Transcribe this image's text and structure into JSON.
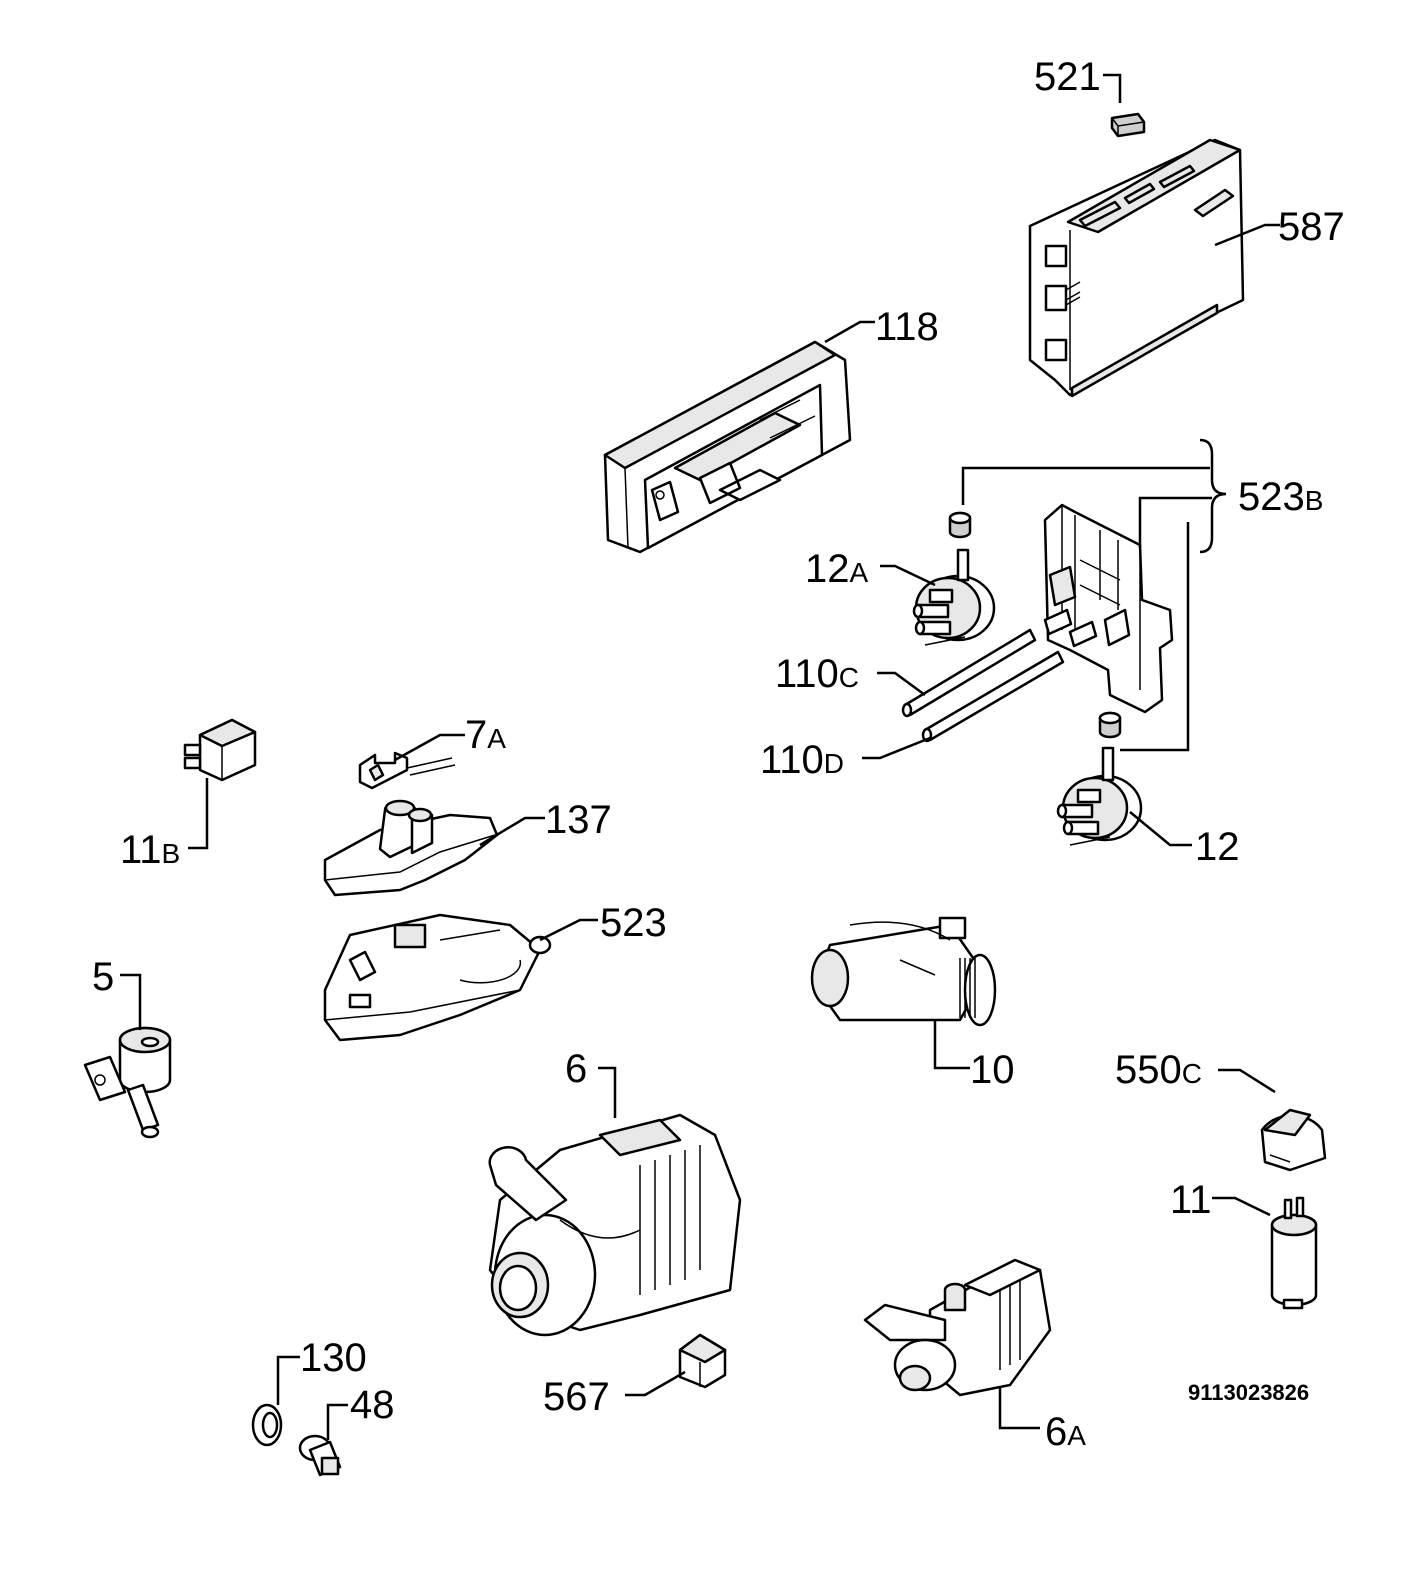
{
  "diagram": {
    "labels": {
      "p521": "521",
      "p587": "587",
      "p118": "118",
      "p523b": "523",
      "p523b_suffix": "B",
      "p12a": "12",
      "p12a_suffix": "A",
      "p110c": "110",
      "p110c_suffix": "C",
      "p110d": "110",
      "p110d_suffix": "D",
      "p12": "12",
      "p7a": "7",
      "p7a_suffix": "A",
      "p11b": "11",
      "p11b_suffix": "B",
      "p137": "137",
      "p523": "523",
      "p5": "5",
      "p10": "10",
      "p6": "6",
      "p550c": "550",
      "p550c_suffix": "C",
      "p11": "11",
      "p130": "130",
      "p48": "48",
      "p567": "567",
      "p6a": "6",
      "p6a_suffix": "A"
    },
    "document_id": "9113023826"
  }
}
